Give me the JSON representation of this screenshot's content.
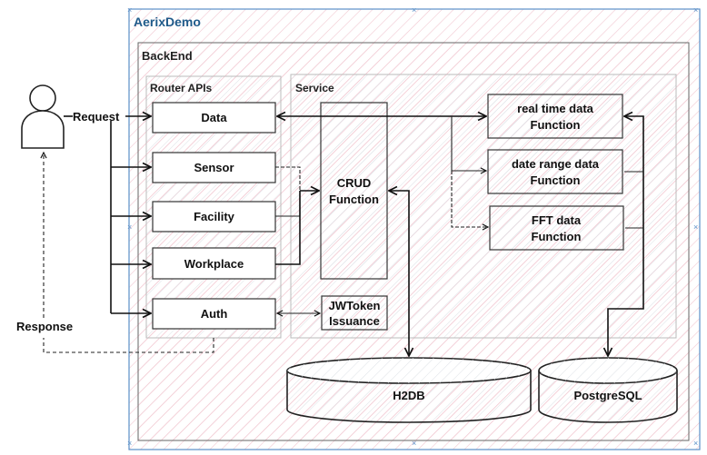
{
  "outer": {
    "title": "AerixDemo"
  },
  "backend": {
    "title": "BackEnd"
  },
  "router": {
    "title": "Router APIs",
    "items": [
      {
        "id": "data",
        "label": "Data"
      },
      {
        "id": "sensor",
        "label": "Sensor"
      },
      {
        "id": "facility",
        "label": "Facility"
      },
      {
        "id": "workplace",
        "label": "Workplace"
      },
      {
        "id": "auth",
        "label": "Auth"
      }
    ]
  },
  "service": {
    "title": "Service",
    "crud": {
      "line1": "CRUD",
      "line2": "Function"
    },
    "jwt": {
      "line1": "JWToken",
      "line2": "Issuance"
    },
    "functions": [
      {
        "id": "realtime",
        "line1": "real time data",
        "line2": "Function"
      },
      {
        "id": "daterange",
        "line1": "date range data",
        "line2": "Function"
      },
      {
        "id": "fft",
        "line1": "FFT data",
        "line2": "Function"
      }
    ]
  },
  "databases": [
    {
      "id": "h2db",
      "label": "H2DB"
    },
    {
      "id": "postgres",
      "label": "PostgreSQL"
    }
  ],
  "client": {
    "request_label": "Request",
    "response_label": "Response"
  },
  "colors": {
    "frame_blue": "#5b8fc7",
    "title_blue": "#1f5a8a",
    "hatch_pink": "#f3c6cf",
    "hatch_gray": "#d8dde3"
  }
}
